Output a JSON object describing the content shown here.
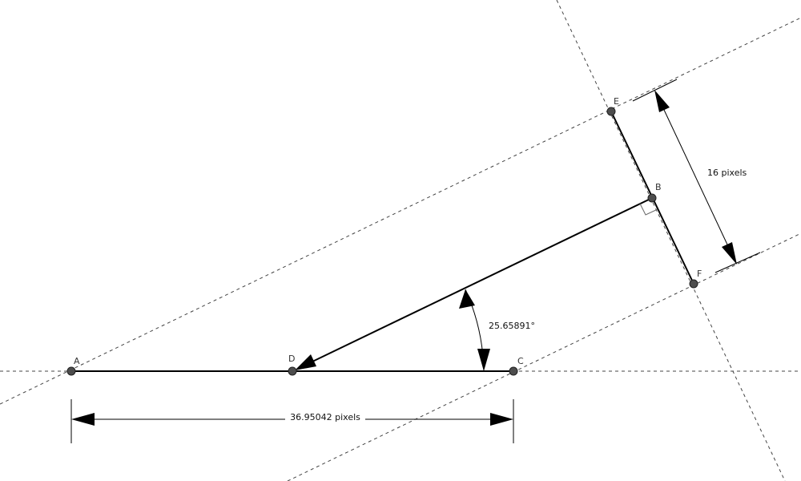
{
  "points": [
    {
      "id": "A",
      "label": "A"
    },
    {
      "id": "D",
      "label": "D"
    },
    {
      "id": "C",
      "label": "C"
    },
    {
      "id": "B",
      "label": "B"
    },
    {
      "id": "E",
      "label": "E"
    },
    {
      "id": "F",
      "label": "F"
    }
  ],
  "measurements": {
    "angle": "25.65891°",
    "base_length": "36.95042 pixels",
    "width": "16 pixels"
  },
  "colors": {
    "line": "#000000",
    "construction": "#444444",
    "point_fill": "#4d4d4d",
    "background": "#ffffff"
  }
}
